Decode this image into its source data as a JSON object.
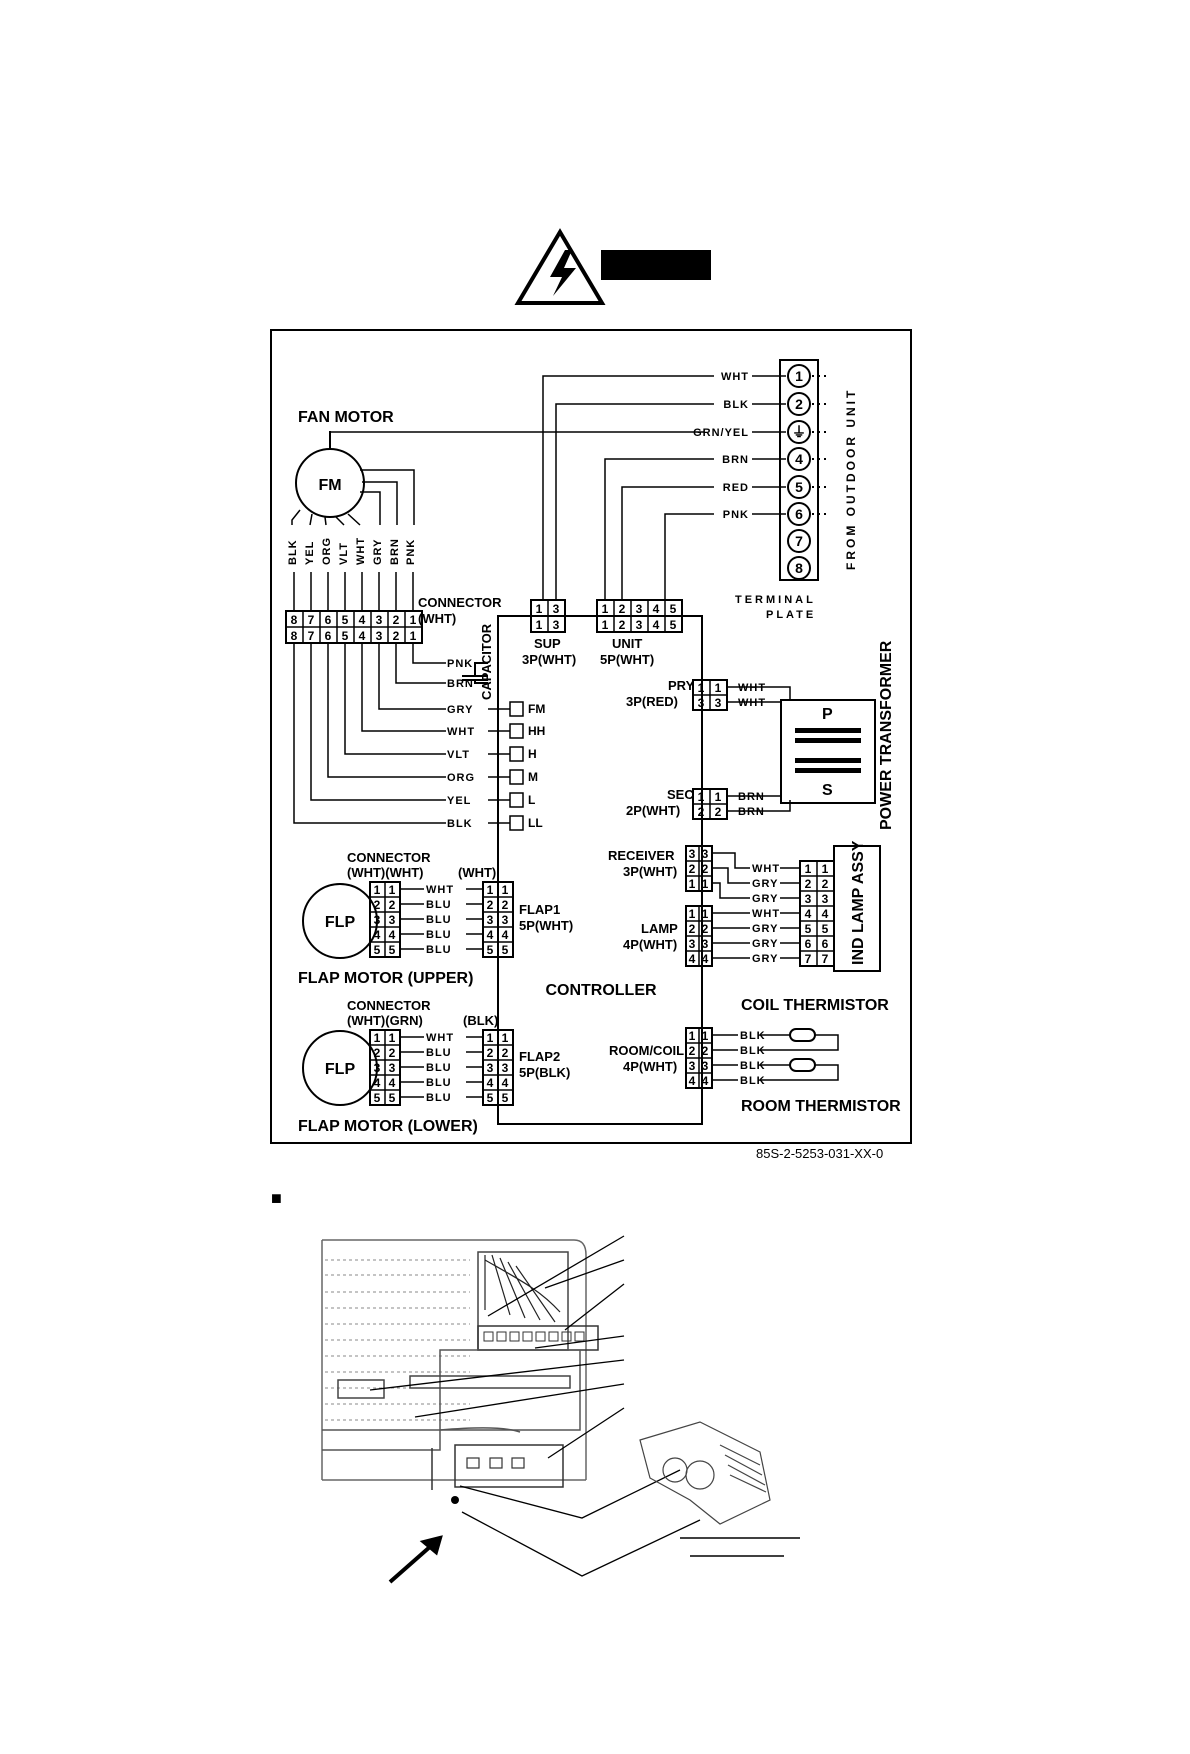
{
  "warning": {
    "icon": "high-voltage-warning-icon",
    "label": ""
  },
  "diagram": {
    "fan_motor": {
      "title": "FAN MOTOR",
      "symbol": "FM",
      "wires": [
        "BLK",
        "YEL",
        "ORG",
        "VLT",
        "WHT",
        "GRY",
        "BRN",
        "PNK"
      ]
    },
    "fan_connector": {
      "title": "CONNECTOR",
      "type": "(WHT)",
      "pins": [
        "8",
        "7",
        "6",
        "5",
        "4",
        "3",
        "2",
        "1"
      ]
    },
    "capacitor": {
      "label": "CAPACITOR"
    },
    "fan_taps": [
      {
        "wire": "PNK",
        "tap": ""
      },
      {
        "wire": "BRN",
        "tap": ""
      },
      {
        "wire": "GRY",
        "tap": "FM"
      },
      {
        "wire": "WHT",
        "tap": "HH"
      },
      {
        "wire": "VLT",
        "tap": "H"
      },
      {
        "wire": "ORG",
        "tap": "M"
      },
      {
        "wire": "YEL",
        "tap": "L"
      },
      {
        "wire": "BLK",
        "tap": "LL"
      }
    ],
    "terminal_plate": {
      "title_1": "TERMINAL",
      "title_2": "PLATE",
      "side_label": "FROM OUTDOOR UNIT",
      "terminals": [
        {
          "num": "1",
          "wire": "WHT"
        },
        {
          "num": "2",
          "wire": "BLK"
        },
        {
          "num": "⏚",
          "wire": "GRN/YEL"
        },
        {
          "num": "4",
          "wire": "BRN"
        },
        {
          "num": "5",
          "wire": "RED"
        },
        {
          "num": "6",
          "wire": "PNK"
        },
        {
          "num": "7",
          "wire": ""
        },
        {
          "num": "8",
          "wire": ""
        }
      ]
    },
    "sup": {
      "name": "SUP",
      "type": "3P(WHT)",
      "pins": [
        "1",
        "3"
      ]
    },
    "unit": {
      "name": "UNIT",
      "type": "5P(WHT)",
      "pins": [
        "1",
        "2",
        "3",
        "4",
        "5"
      ]
    },
    "pry": {
      "name": "PRY",
      "type": "3P(RED)",
      "pins": [
        "1",
        "3"
      ],
      "wires": [
        "WHT",
        "WHT"
      ]
    },
    "sec": {
      "name": "SEC",
      "type": "2P(WHT)",
      "pins": [
        "1",
        "2"
      ],
      "wires": [
        "BRN",
        "BRN"
      ]
    },
    "transformer": {
      "label": "POWER TRANSFORMER",
      "primary": "P",
      "secondary": "S"
    },
    "receiver": {
      "name": "RECEIVER",
      "type": "3P(WHT)",
      "pins": [
        "3",
        "2",
        "1"
      ],
      "wires": [
        "WHT",
        "GRY",
        "GRY"
      ]
    },
    "lamp": {
      "name": "LAMP",
      "type": "4P(WHT)",
      "pins": [
        "1",
        "2",
        "3",
        "4"
      ],
      "wires": [
        "WHT",
        "GRY",
        "GRY",
        "GRY"
      ]
    },
    "ind_lamp": {
      "label": "IND LAMP ASSY",
      "pins": [
        "1",
        "2",
        "3",
        "4",
        "5",
        "6",
        "7"
      ]
    },
    "controller": {
      "label": "CONTROLLER"
    },
    "flap_upper": {
      "connector": "CONNECTOR",
      "conn_type": "(WHT)(WHT)",
      "board_type": "(WHT)",
      "motor": "FLP",
      "name": "FLAP1",
      "type": "5P(WHT)",
      "title": "FLAP MOTOR (UPPER)",
      "pins": [
        "1",
        "2",
        "3",
        "4",
        "5"
      ],
      "wires": [
        "WHT",
        "BLU",
        "BLU",
        "BLU",
        "BLU"
      ]
    },
    "flap_lower": {
      "connector": "CONNECTOR",
      "conn_type": "(WHT)(GRN)",
      "board_type": "(BLK)",
      "motor": "FLP",
      "name": "FLAP2",
      "type": "5P(BLK)",
      "title": "FLAP MOTOR (LOWER)",
      "pins": [
        "1",
        "2",
        "3",
        "4",
        "5"
      ],
      "wires": [
        "WHT",
        "BLU",
        "BLU",
        "BLU",
        "BLU"
      ]
    },
    "room_coil": {
      "name": "ROOM/COIL",
      "type": "4P(WHT)",
      "pins": [
        "1",
        "2",
        "3",
        "4"
      ],
      "wires": [
        "BLK",
        "BLK",
        "BLK",
        "BLK"
      ]
    },
    "coil_thermistor": "COIL THERMISTOR",
    "room_thermistor": "ROOM THERMISTOR",
    "code": "85S-2-5253-031-XX-0"
  },
  "section_bullet": "■"
}
